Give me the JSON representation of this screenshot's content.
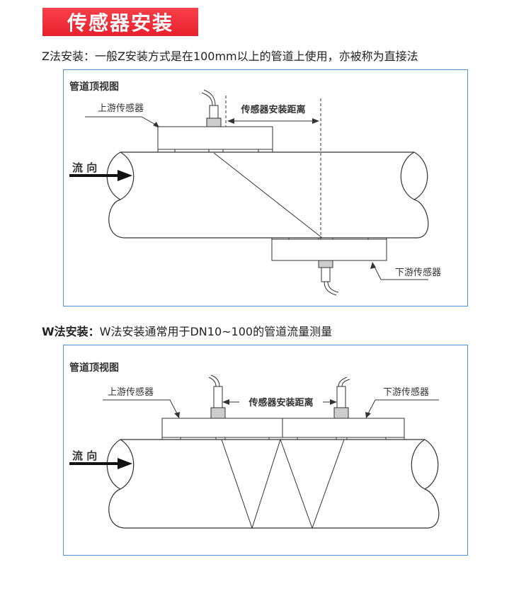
{
  "header": {
    "title": "传感器安装"
  },
  "z_method": {
    "label": "Z法安装：",
    "description": "一般Z安装方式是在100mm以上的管道上使用，亦被称为直接法",
    "diagram": {
      "title": "管道顶视图",
      "upstream": "上游传感器",
      "downstream": "下游传感器",
      "distance": "传感器安装距离",
      "flow": "流 向"
    }
  },
  "w_method": {
    "label": "W法安装：",
    "description": "W法安装通常用于DN10~100的管道流量测量",
    "diagram": {
      "title": "管道顶视图",
      "upstream": "上游传感器",
      "downstream": "下游传感器",
      "distance": "传感器安装距离",
      "flow": "流 向"
    }
  }
}
